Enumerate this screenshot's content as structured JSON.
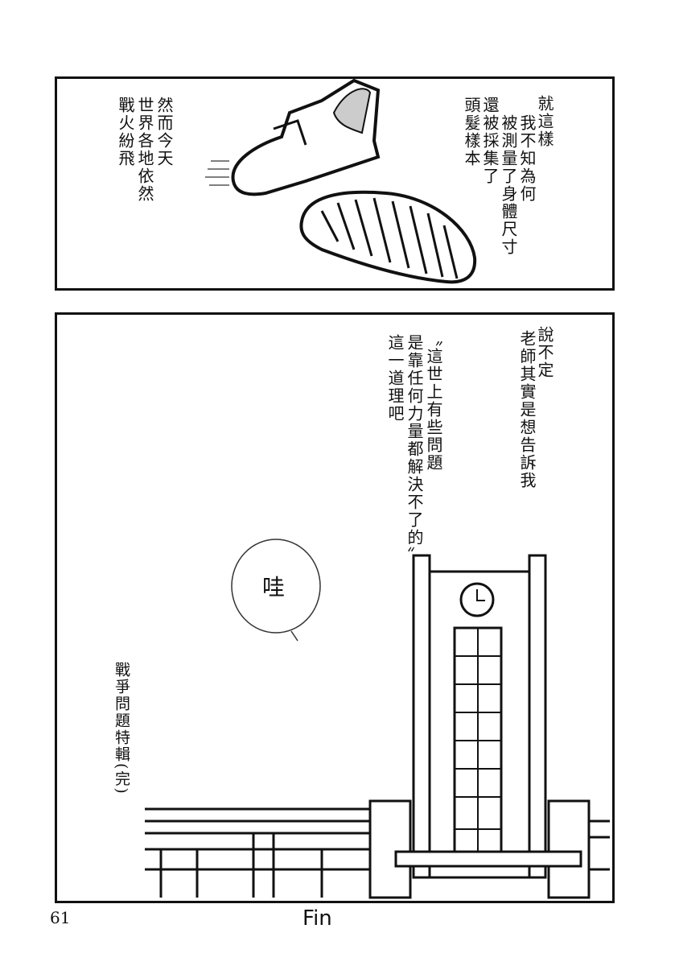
{
  "panel1": {
    "narration_right": [
      "就這樣",
      "我不知為何",
      "被測量了身體尺寸",
      "還被採集了",
      "頭髮樣本"
    ],
    "narration_left": [
      "然而今天",
      "世界各地依然",
      "戰火紛飛"
    ]
  },
  "panel2": {
    "narration_right": [
      "說不定",
      "老師其實是想告訴我"
    ],
    "quote": [
      "〝這世上有些問題",
      "是靠任何力量都解決不了的〞",
      "這一道理吧"
    ],
    "speech_bubble": "哇",
    "end_caption": "戰爭問題特輯(完)"
  },
  "footer": {
    "page_number": "61",
    "fin": "Fin"
  }
}
